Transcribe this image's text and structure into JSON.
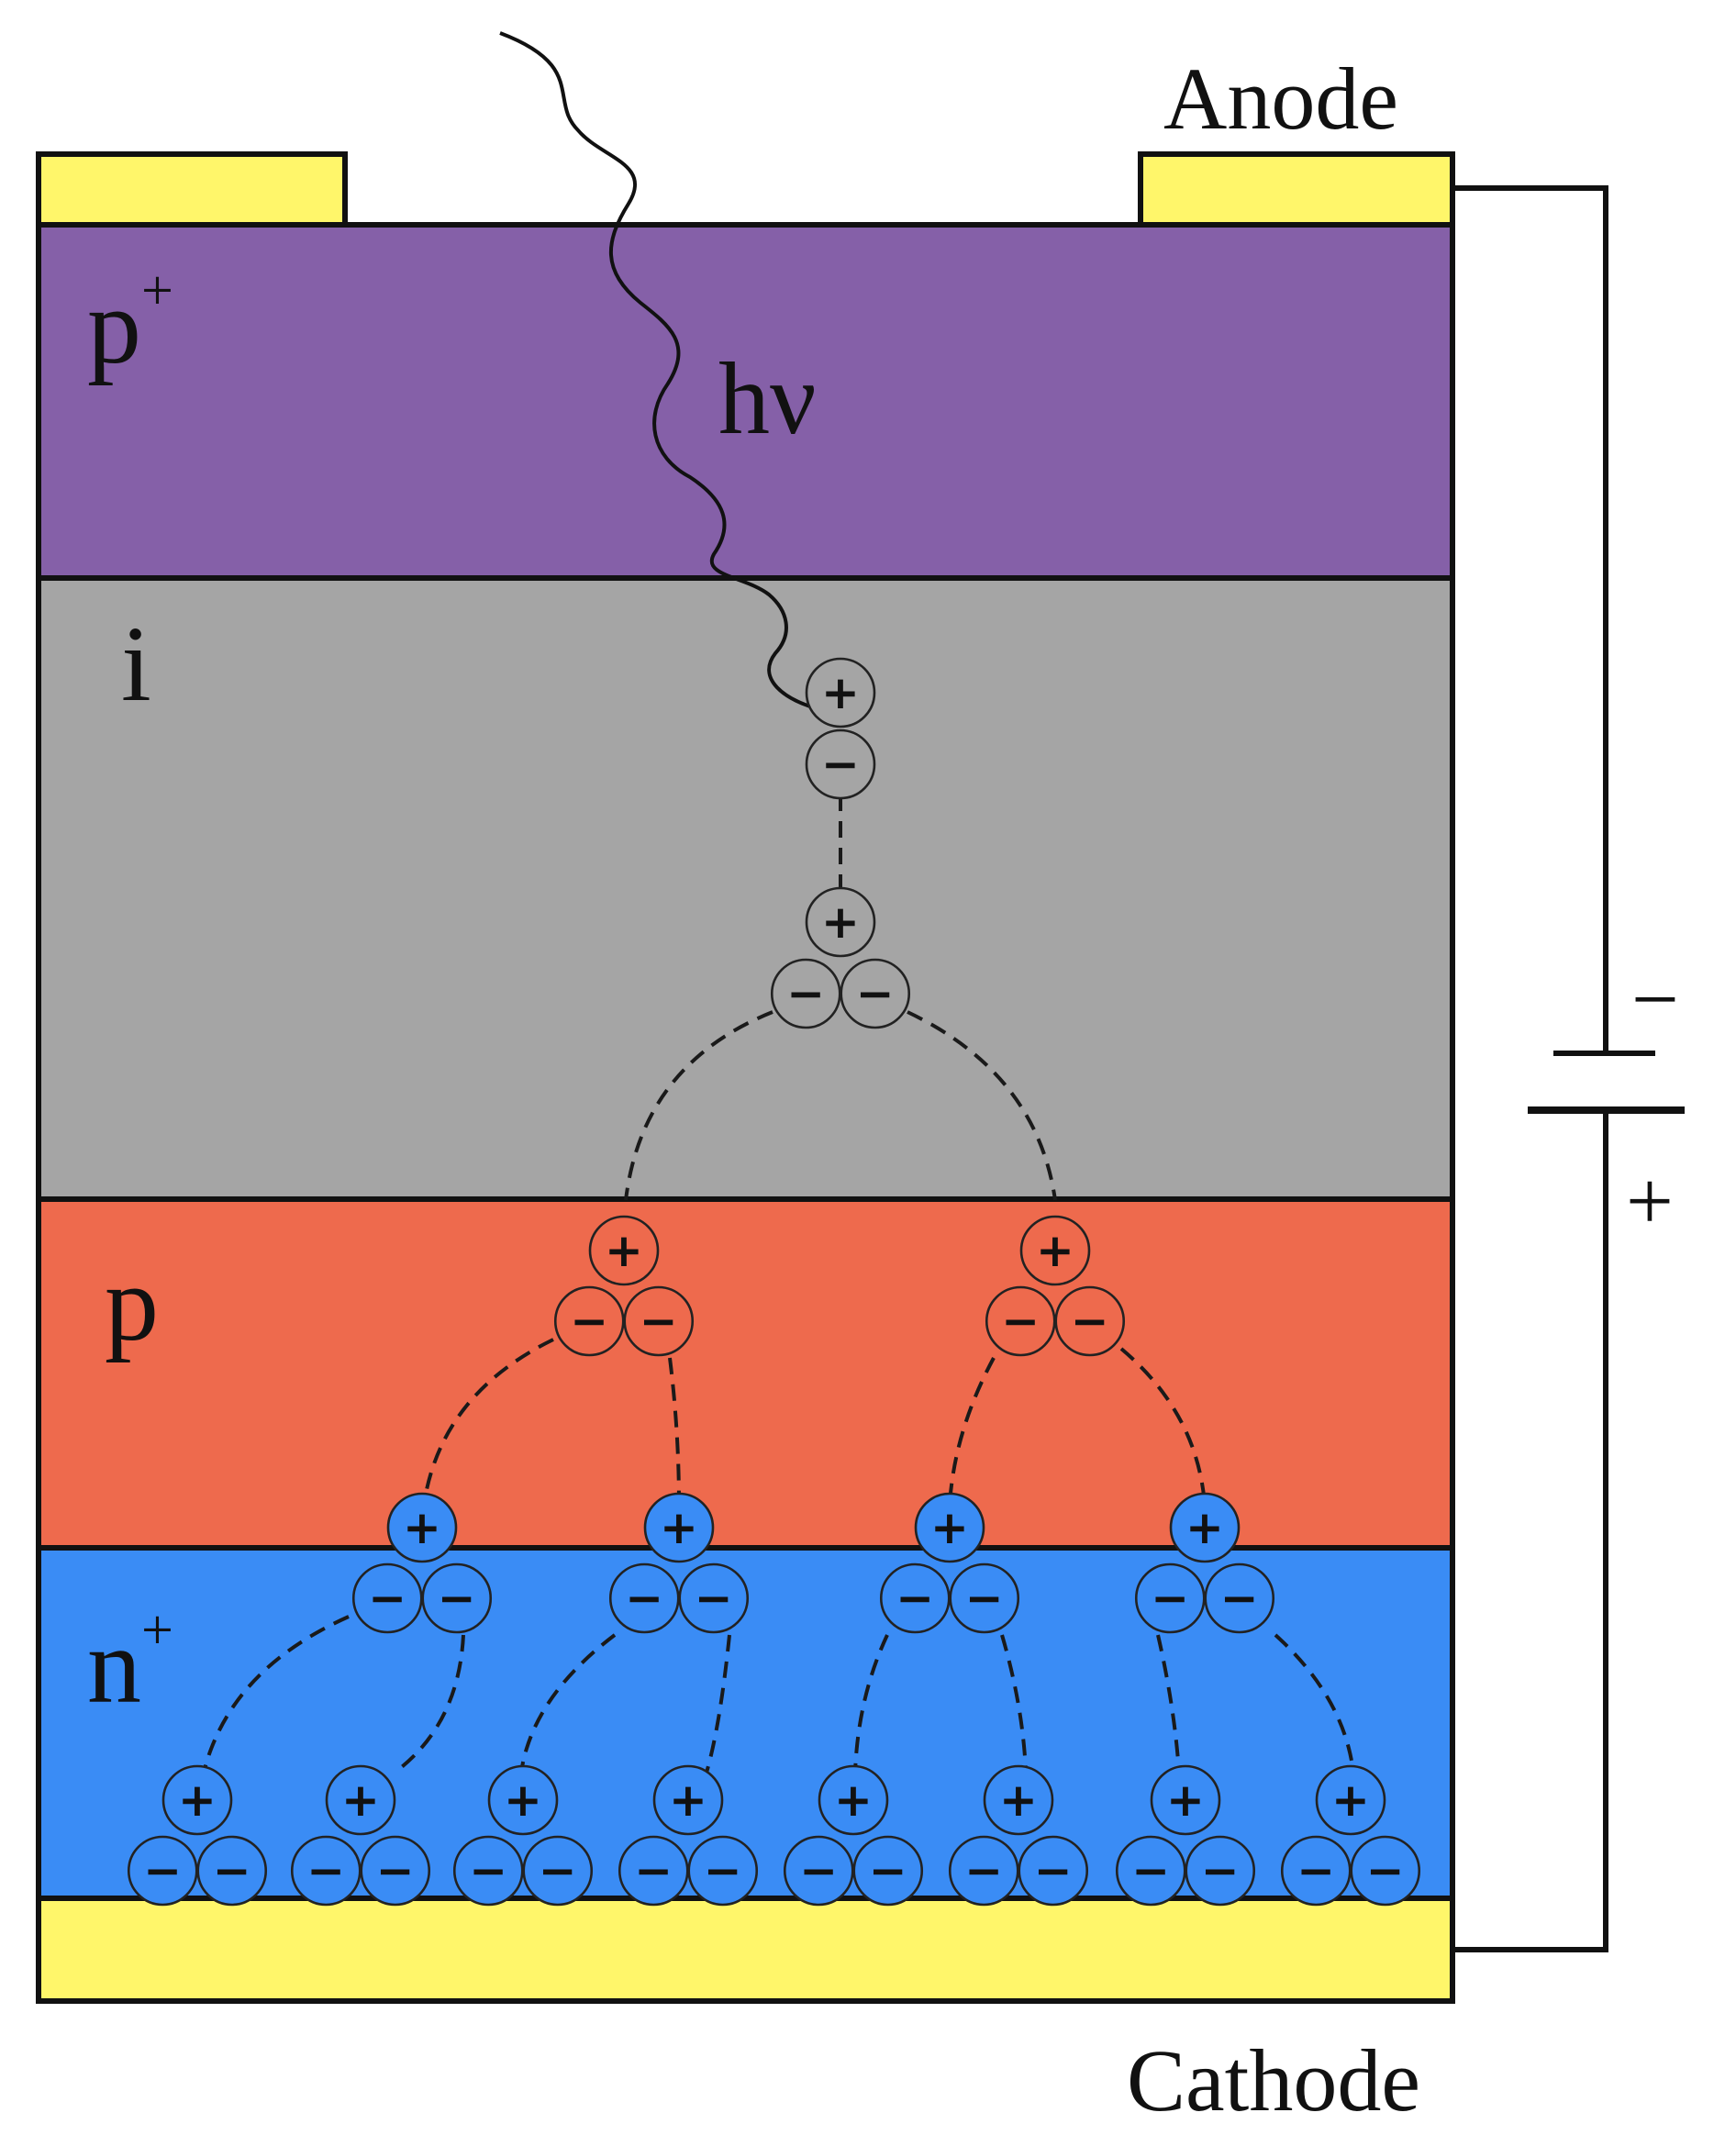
{
  "labels": {
    "anode": "Anode",
    "cathode": "Cathode",
    "photon": "hν",
    "battery_minus": "−",
    "battery_plus": "+"
  },
  "layers": [
    {
      "id": "p-plus",
      "name": "p",
      "sup": "+",
      "color": "#8560A8"
    },
    {
      "id": "intrinsic",
      "name": "i",
      "sup": "",
      "color": "#A5A5A5"
    },
    {
      "id": "p",
      "name": "p",
      "sup": "",
      "color": "#EE6A4D"
    },
    {
      "id": "n-plus",
      "name": "n",
      "sup": "+",
      "color": "#3A8CF5"
    }
  ],
  "contact_color": "#FFF66A",
  "carrier_symbols": {
    "hole": "+",
    "electron": "−"
  },
  "multiplication_stages": [
    {
      "layer": "intrinsic",
      "holes": 1,
      "electrons": 1
    },
    {
      "layer": "intrinsic",
      "holes": 1,
      "electrons": 2
    },
    {
      "layer": "p",
      "holes": 2,
      "electrons": 4
    },
    {
      "layer": "n-plus",
      "holes": 4,
      "electrons": 8
    },
    {
      "layer": "n-plus",
      "holes": 8,
      "electrons": 16
    }
  ]
}
